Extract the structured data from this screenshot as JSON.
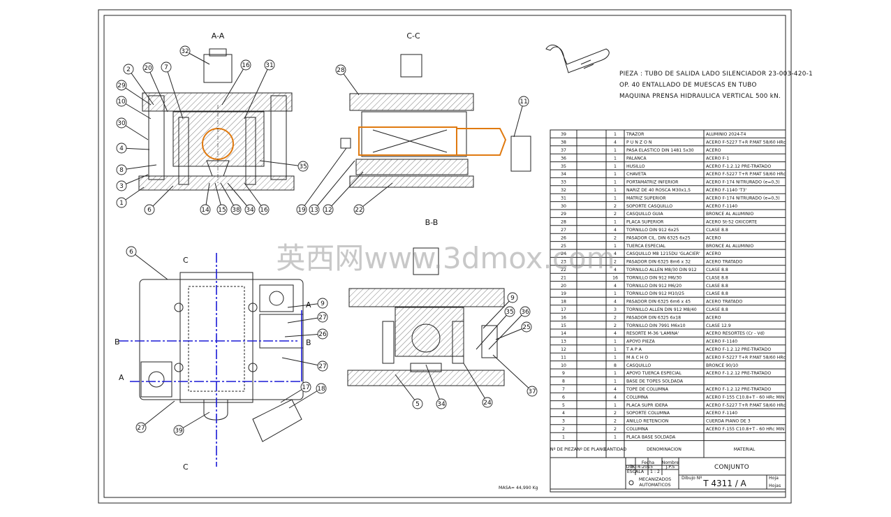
{
  "sections": {
    "aa": "A-A",
    "cc": "C-C",
    "bb": "B-B"
  },
  "cut_letters": {
    "c": "C",
    "b": "B",
    "a": "A"
  },
  "title_block": {
    "pieza": "PIEZA : TUBO DE SALIDA LADO SILENCIADOR  23-003-420-1",
    "op": "OP. 40  ENTALLADO DE MUESCAS EN TUBO",
    "maquina": "MAQUINA  PRENSA HIDRAULICA VERTICAL 500 kN.",
    "conjunto": "CONJUNTO",
    "numero": "T 4311 / A",
    "empresa_1": "MECANIZADOS",
    "empresa_2": "AUTOMATICOS",
    "masa": "MASA= 44,990 Kg",
    "fecha": "Fecha",
    "nombre": "Nombre",
    "dib": "Dib.",
    "escala": "ESCALA",
    "escala_val": "1 : 2",
    "dib_date": "30-4-2015",
    "dib_name": "J.P.S",
    "dib_label": "Dibujo Nº",
    "hoja": "Hoja",
    "hojas": "Hojas"
  },
  "bom_headers": {
    "pieza": "Nº DE PIEZA",
    "plano": "Nº DE PLANO",
    "cant": "CANTIDAD",
    "denom": "DENOMINACION",
    "mat": "MATERIAL"
  },
  "bom": [
    {
      "n": "39",
      "q": "1",
      "d": "TRAZOR",
      "m": "ALUMINIO 2024-T4"
    },
    {
      "n": "38",
      "q": "4",
      "d": "P U N Z O N",
      "m": "ACERO F-5227 T+R P.MAT 58/60 HRc"
    },
    {
      "n": "37",
      "q": "1",
      "d": "PASA ELASTICO DIN 1481 5x30",
      "m": "ACERO"
    },
    {
      "n": "36",
      "q": "1",
      "d": "PALANCA",
      "m": "ACERO F-1"
    },
    {
      "n": "35",
      "q": "1",
      "d": "HUSILLO",
      "m": "ACERO F-1.2.12 PRE-TRATADO"
    },
    {
      "n": "34",
      "q": "1",
      "d": "CHAVETA",
      "m": "ACERO F-5227 T+R P.MAT 58/60 HRc"
    },
    {
      "n": "33",
      "q": "1",
      "d": "PORTAMATRIZ INFERIOR",
      "m": "ACERO F-174 NITRURADO (e=0,3)"
    },
    {
      "n": "32",
      "q": "1",
      "d": "NARIZ DE 40 ROSCA M30x1,5",
      "m": "ACERO F-1140 'T3'"
    },
    {
      "n": "31",
      "q": "1",
      "d": "MATRIZ SUPERIOR",
      "m": "ACERO F-174 NITRURADO (e=0,3)"
    },
    {
      "n": "30",
      "q": "2",
      "d": "SOPORTE CASQUILLO",
      "m": "ACERO F-1140"
    },
    {
      "n": "29",
      "q": "2",
      "d": "CASQUILLO GUIA",
      "m": "BRONCE AL ALUMINIO"
    },
    {
      "n": "28",
      "q": "1",
      "d": "PLACA SUPERIOR",
      "m": "ACERO St-52 OXICORTE"
    },
    {
      "n": "27",
      "q": "4",
      "d": "TORNILLO DIN 912 6x25",
      "m": "CLASE 8.8"
    },
    {
      "n": "26",
      "q": "2",
      "d": "PASADOR CIL. DIN 6325 6x25",
      "m": "ACERO"
    },
    {
      "n": "25",
      "q": "1",
      "d": "TUERCA ESPECIAL",
      "m": "BRONCE AL ALUMINIO"
    },
    {
      "n": "24",
      "q": "4",
      "d": "CASQUILLO M8 1215DU 'GLACIER'",
      "m": "ACERO"
    },
    {
      "n": "23",
      "q": "2",
      "d": "PASADOR DIN 6325 8m6 x 32",
      "m": "ACERO TRATADO"
    },
    {
      "n": "22",
      "q": "4",
      "d": "TORNILLO ALLEN M8/30  DIN 912",
      "m": "CLASE 8.8"
    },
    {
      "n": "21",
      "q": "16",
      "d": "TORNILLO DIN 912 M6/30",
      "m": "CLASE 8.8"
    },
    {
      "n": "20",
      "q": "4",
      "d": "TORNILLO DIN 912 M6/20",
      "m": "CLASE 8.8"
    },
    {
      "n": "19",
      "q": "1",
      "d": "TORNILLO DIN 912  M10/25",
      "m": "CLASE 8.8"
    },
    {
      "n": "18",
      "q": "4",
      "d": "PASADOR DIN 6325 6m6 x 45",
      "m": "ACERO TRATADO"
    },
    {
      "n": "17",
      "q": "3",
      "d": "TORNILLO ALLEN DIN 912 M8/40",
      "m": "CLASE 8.8"
    },
    {
      "n": "16",
      "q": "2",
      "d": "PASADOR DIN 6325 6x18",
      "m": "ACERO"
    },
    {
      "n": "15",
      "q": "2",
      "d": "TORNILLO DIN 7991 M6x10",
      "m": "CLASE 12.9"
    },
    {
      "n": "14",
      "q": "4",
      "d": "RESORTE M-36 'LAMINA'",
      "m": "ACERO RESORTES (Cr - Vd)"
    },
    {
      "n": "13",
      "q": "1",
      "d": "APOYO PIEZA",
      "m": "ACERO F-1140"
    },
    {
      "n": "12",
      "q": "1",
      "d": "T A P A",
      "m": "ACERO F-1.2.12 PRE-TRATADO"
    },
    {
      "n": "11",
      "q": "1",
      "d": "M A C H O",
      "m": "ACERO F-5227 T+R P.MAT 58/60 HRc"
    },
    {
      "n": "10",
      "q": "8",
      "d": "CASQUILLO",
      "m": "BRONCE 90/10"
    },
    {
      "n": "9",
      "q": "1",
      "d": "APOYO TUERCA ESPECIAL",
      "m": "ACERO F-1.2.12 PRE-TRATADO"
    },
    {
      "n": "8",
      "q": "1",
      "d": "BASE DE TOPES SOLDADA",
      "m": ""
    },
    {
      "n": "7",
      "q": "4",
      "d": "TOPE DE COLUMNA",
      "m": "ACERO F-1.2.12 PRE-TRATADO"
    },
    {
      "n": "6",
      "q": "4",
      "d": "COLUMNA",
      "m": "ACERO F-155 C10.8+T - 60 HRc MIN"
    },
    {
      "n": "5",
      "q": "1",
      "d": "PLACA SUPR IDERA",
      "m": "ACERO F-5227 T+R P.MAT 58/60 HRc"
    },
    {
      "n": "4",
      "q": "2",
      "d": "SOPORTE COLUMNA",
      "m": "ACERO F-1140"
    },
    {
      "n": "3",
      "q": "2",
      "d": "ANILLO RETENCION",
      "m": "CUERDA PIANO DE 3"
    },
    {
      "n": "2",
      "q": "2",
      "d": "COLUMNA",
      "m": "ACERO F-155 C10.8+T - 60 HRc MIN"
    },
    {
      "n": "1",
      "q": "1",
      "d": "PLACA BASE SOLDADA",
      "m": ""
    }
  ],
  "balloons_aa": [
    "32",
    "2",
    "20",
    "7",
    "16",
    "31",
    "29",
    "10",
    "30",
    "4",
    "8",
    "3",
    "1",
    "6",
    "14",
    "15",
    "38",
    "34",
    "16",
    "35"
  ],
  "balloons_cc": [
    "28",
    "19",
    "13",
    "12",
    "11",
    "22"
  ],
  "balloons_bb": [
    "9",
    "35",
    "36",
    "25",
    "37",
    "24",
    "34",
    "5"
  ],
  "balloons_plan": [
    "6",
    "9",
    "27",
    "26",
    "27",
    "17",
    "18",
    "39",
    "27"
  ],
  "watermark": "英西网www.3dmox.com"
}
